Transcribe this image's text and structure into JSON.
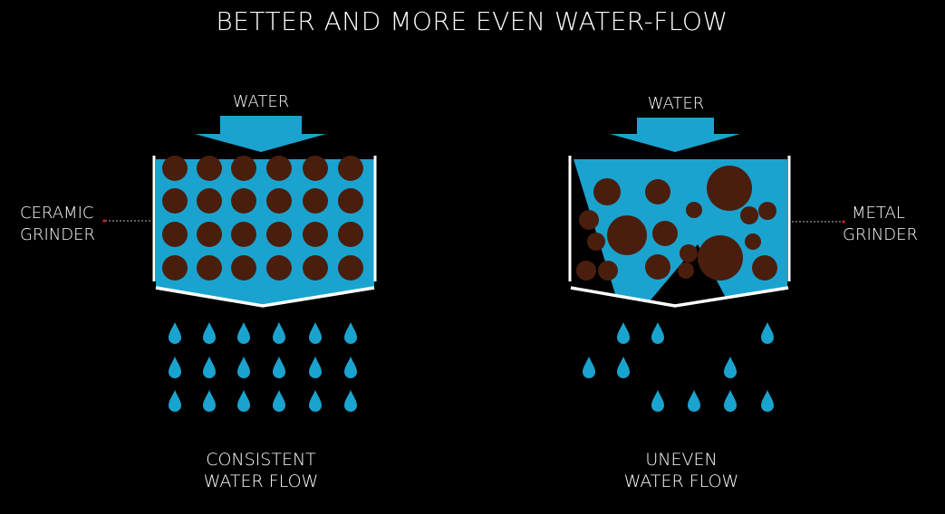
{
  "title": "BETTER AND MORE EVEN WATER-FLOW",
  "colors": {
    "water": "#1ba3cf",
    "grounds": "#4a1e0d",
    "wall": "#ffffff",
    "background": "#000000",
    "pointer_dot": "#d0202a"
  },
  "left": {
    "arrow_label": "WATER",
    "grinder_label_line1": "CERAMIC",
    "grinder_label_line2": "GRINDER",
    "caption_line1": "CONSISTENT",
    "caption_line2": "WATER FLOW"
  },
  "right": {
    "arrow_label": "WATER",
    "grinder_label_line1": "METAL",
    "grinder_label_line2": "GRINDER",
    "caption_line1": "UNEVEN",
    "caption_line2": "WATER FLOW"
  }
}
